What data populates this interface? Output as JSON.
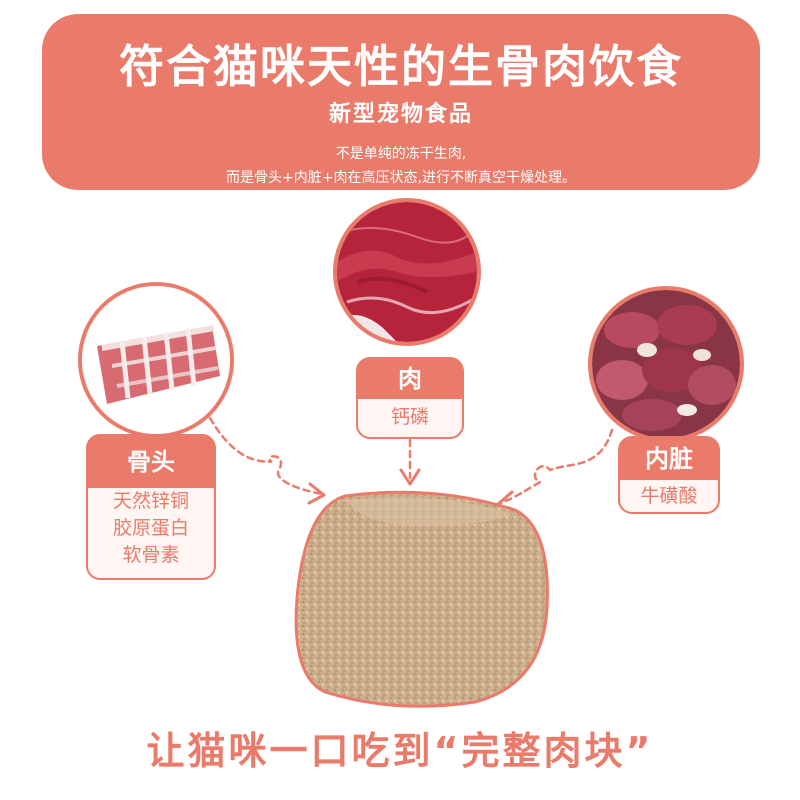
{
  "header": {
    "title": "符合猫咪天性的生骨肉饮食",
    "subtitle": "新型宠物食品",
    "desc_line1": "不是单纯的冻干生肉,",
    "desc_line2": "而是骨头+内脏+肉在高压状态,进行不断真空干燥处理。"
  },
  "meat": {
    "title": "肉",
    "line1": "钙磷"
  },
  "bone": {
    "title": "骨头",
    "line1": "天然锌铜",
    "line2": "胶原蛋白",
    "line3": "软骨素"
  },
  "organ": {
    "title": "内脏",
    "line1": "牛磺酸"
  },
  "bottom": {
    "text": "让猫咪一口吃到“完整肉块”"
  },
  "colors": {
    "accent": "#ea7a6a",
    "label_bg": "#fff6f3"
  }
}
